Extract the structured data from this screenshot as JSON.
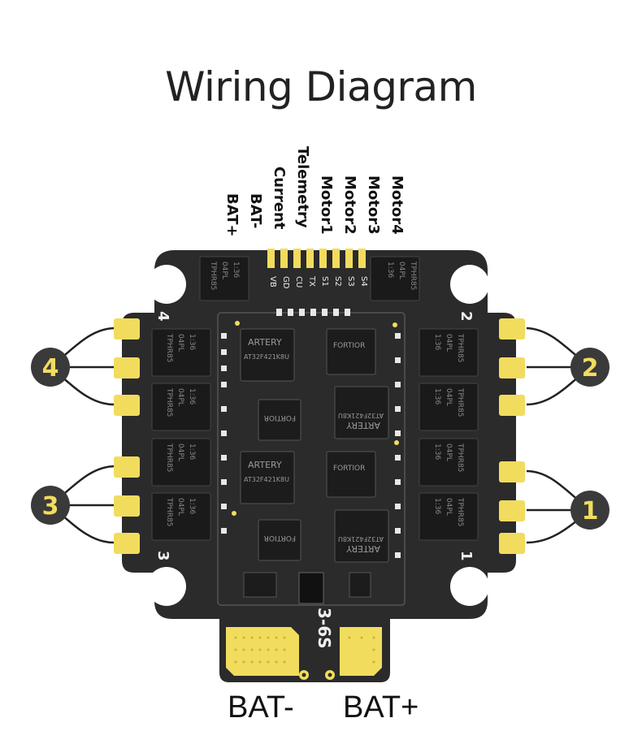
{
  "title": "Wiring Diagram",
  "pin_labels": [
    "BAT+",
    "BAT-",
    "Current",
    "Telemetry",
    "Motor1",
    "Motor2",
    "Motor3",
    "Motor4"
  ],
  "pad_silk": [
    "VB",
    "GD",
    "CU",
    "TX",
    "S1",
    "S2",
    "S3",
    "S4"
  ],
  "motor_badges": [
    "4",
    "2",
    "3",
    "1"
  ],
  "corner_numbers": [
    "4",
    "2",
    "3",
    "1"
  ],
  "voltage_marking": "3-6S",
  "mosfet_text": [
    "TPHR85",
    "04PL",
    "1:36"
  ],
  "chip_brand": "ARTERY",
  "chip_text": "AT32F421K8U",
  "driver_text": "FORTIOR",
  "bottom_labels": {
    "bat_minus": "BAT-",
    "bat_plus": "BAT+"
  },
  "colors": {
    "board": "#2b2b2b",
    "pad_gold": "#f2dc5d",
    "badge_fill": "#3a3a3a",
    "badge_text": "#f2dc5d",
    "wire": "#222222"
  }
}
